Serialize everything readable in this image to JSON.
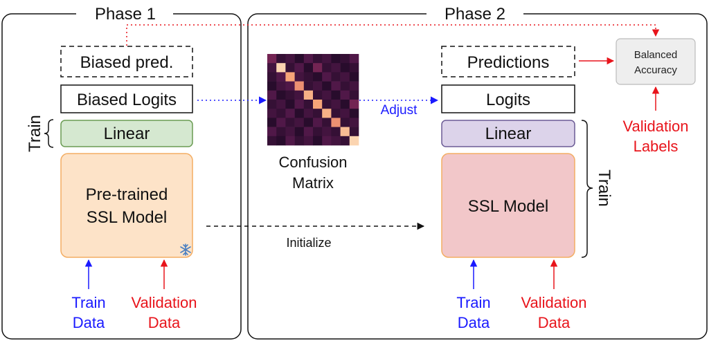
{
  "phase1": {
    "title": "Phase 1",
    "biased_pred": "Biased pred.",
    "biased_logits": "Biased Logits",
    "linear": "Linear",
    "train_label": "Train",
    "model_line1": "Pre-trained",
    "model_line2": "SSL Model",
    "frozen_icon": "snowflake-icon",
    "train_data_line1": "Train",
    "train_data_line2": "Data",
    "val_data_line1": "Validation",
    "val_data_line2": "Data"
  },
  "phase2": {
    "title": "Phase 2",
    "predictions": "Predictions",
    "logits": "Logits",
    "linear": "Linear",
    "model": "SSL Model",
    "train_label": "Train",
    "balanced_line1": "Balanced",
    "balanced_line2": "Accuracy",
    "val_labels_line1": "Validation",
    "val_labels_line2": "Labels",
    "train_data_line1": "Train",
    "train_data_line2": "Data",
    "val_data_line1": "Validation",
    "val_data_line2": "Data"
  },
  "middle": {
    "confusion_line1": "Confusion",
    "confusion_line2": "Matrix",
    "adjust": "Adjust",
    "initialize": "Initialize"
  },
  "colors": {
    "blue": "#1a1aff",
    "red": "#e8141b",
    "linear1_fill": "#d5e8d0",
    "linear1_stroke": "#6a9b52",
    "linear2_fill": "#dcd3ea",
    "linear2_stroke": "#6b5b95",
    "model1_fill": "#fde3c8",
    "model1_stroke": "#f3ad63",
    "model2_fill": "#f2c7c9",
    "model2_stroke": "#f3ad63",
    "balanced_fill": "#eeeeee",
    "balanced_stroke": "#bbbbbb"
  },
  "confusion_matrix": [
    [
      0.3,
      0.1,
      0.15,
      0.05,
      0.2,
      0.1,
      0.15,
      0.05,
      0.1,
      0.2
    ],
    [
      0.15,
      0.95,
      0.1,
      0.2,
      0.05,
      0.3,
      0.1,
      0.15,
      0.05,
      0.1
    ],
    [
      0.1,
      0.2,
      0.75,
      0.15,
      0.1,
      0.05,
      0.2,
      0.1,
      0.15,
      0.05
    ],
    [
      0.05,
      0.15,
      0.2,
      0.7,
      0.1,
      0.15,
      0.05,
      0.2,
      0.1,
      0.15
    ],
    [
      0.2,
      0.05,
      0.1,
      0.15,
      0.8,
      0.1,
      0.15,
      0.05,
      0.2,
      0.1
    ],
    [
      0.1,
      0.15,
      0.05,
      0.2,
      0.1,
      0.75,
      0.1,
      0.15,
      0.05,
      0.3
    ],
    [
      0.15,
      0.1,
      0.2,
      0.05,
      0.15,
      0.1,
      0.8,
      0.1,
      0.15,
      0.05
    ],
    [
      0.05,
      0.2,
      0.1,
      0.15,
      0.05,
      0.2,
      0.1,
      0.7,
      0.1,
      0.15
    ],
    [
      0.2,
      0.1,
      0.15,
      0.05,
      0.2,
      0.1,
      0.15,
      0.1,
      0.85,
      0.1
    ],
    [
      0.1,
      0.05,
      0.2,
      0.1,
      0.15,
      0.05,
      0.2,
      0.15,
      0.1,
      0.95
    ]
  ]
}
